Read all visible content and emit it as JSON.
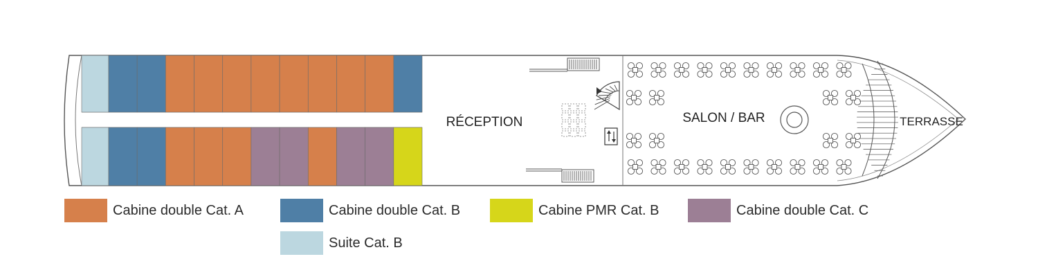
{
  "colors": {
    "cat_a": "#d6804b",
    "cat_b": "#4f7fa6",
    "pmr": "#d6d61a",
    "cat_c": "#9c7f95",
    "suite": "#bcd7e0",
    "outline": "#555555"
  },
  "cabins": {
    "top_row": [
      "suite",
      "cat_b",
      "cat_b",
      "cat_a",
      "cat_a",
      "cat_a",
      "cat_a",
      "cat_a",
      "cat_a",
      "cat_a",
      "cat_a",
      "cat_b"
    ],
    "bottom_row": [
      "suite",
      "cat_b",
      "cat_b",
      "cat_a",
      "cat_a",
      "cat_a",
      "cat_c",
      "cat_c",
      "cat_a",
      "cat_c",
      "cat_c",
      "pmr"
    ]
  },
  "areas": {
    "reception": "RÉCEPTION",
    "salon_bar": "SALON / BAR",
    "terrasse": "TERRASSE"
  },
  "icons": {
    "stairs": "stairs-icon",
    "elevator": "elevator-icon",
    "table_chairs": "table-chairs-icon",
    "dance_floor": "round-bar-icon",
    "gangway": "gangway-icon"
  },
  "legend": [
    {
      "key": "cat_a",
      "label": "Cabine double Cat. A"
    },
    {
      "key": "cat_b",
      "label": "Cabine double Cat. B"
    },
    {
      "key": "pmr",
      "label": "Cabine PMR Cat. B"
    },
    {
      "key": "cat_c",
      "label": "Cabine double Cat. C"
    },
    {
      "key": "suite",
      "label": "Suite Cat. B"
    }
  ]
}
